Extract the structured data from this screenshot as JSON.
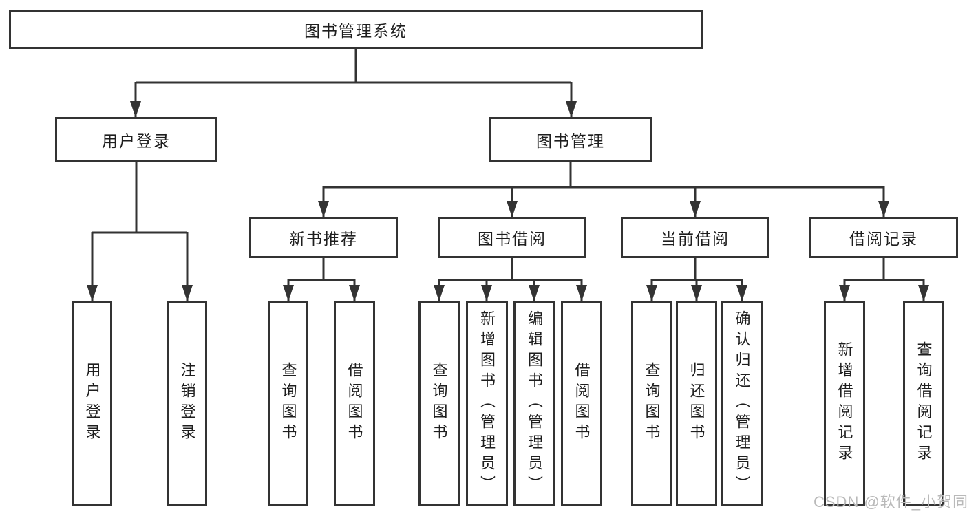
{
  "title": "图书管理系统",
  "watermark": "CSDN @软件_小贺同学",
  "colors": {
    "line": "#333333",
    "box_border": "#333333",
    "text": "#1e1e1e",
    "watermark": "#b9b9b9",
    "background": "#ffffff"
  },
  "nodes": {
    "root": "图书管理系统",
    "user_login": "用户登录",
    "book_mgmt": "图书管理",
    "new_books": "新书推荐",
    "book_borrow": "图书借阅",
    "current_borrow": "当前借阅",
    "borrow_records": "借阅记录",
    "ul_login": "用户登录",
    "ul_logout": "注销登录",
    "nb_query": "查询图书",
    "nb_borrow": "借阅图书",
    "bb_query": "查询图书",
    "bb_add": "新增图书（管理员）",
    "bb_edit": "编辑图书（管理员）",
    "bb_borrow": "借阅图书",
    "cb_query": "查询图书",
    "cb_return": "归还图书",
    "cb_confirm": "确认归还（管理员）",
    "br_add": "新增借阅记录",
    "br_query": "查询借阅记录"
  },
  "hierarchy": {
    "图书管理系统": {
      "用户登录": [
        "用户登录",
        "注销登录"
      ],
      "图书管理": {
        "新书推荐": [
          "查询图书",
          "借阅图书"
        ],
        "图书借阅": [
          "查询图书",
          "新增图书（管理员）",
          "编辑图书（管理员）",
          "借阅图书"
        ],
        "当前借阅": [
          "查询图书",
          "归还图书",
          "确认归还（管理员）"
        ],
        "借阅记录": [
          "新增借阅记录",
          "查询借阅记录"
        ]
      }
    }
  }
}
